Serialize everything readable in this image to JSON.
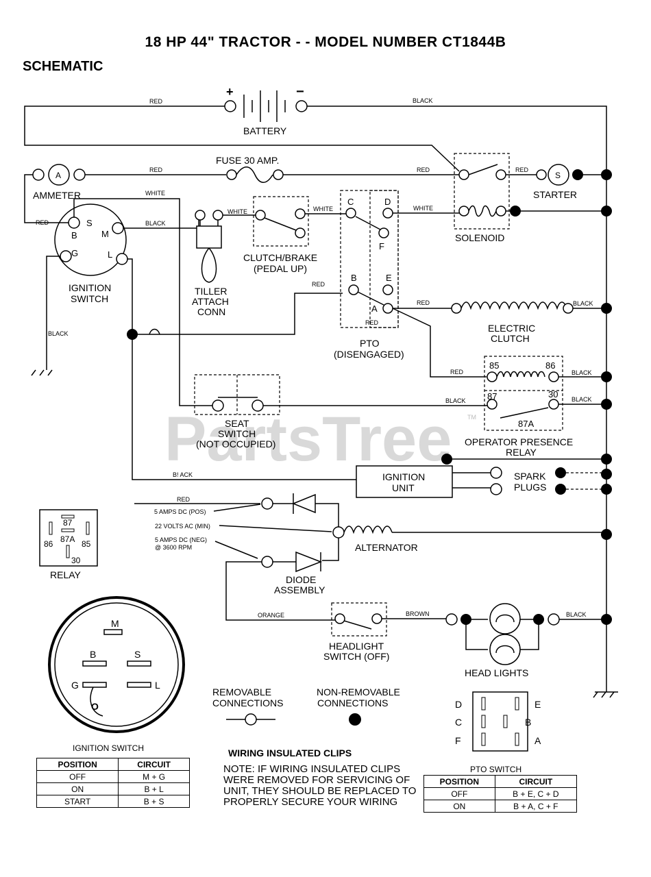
{
  "title": "18 HP 44\" TRACTOR - - MODEL NUMBER CT1844B",
  "subtitle": "SCHEMATIC",
  "watermark": "PartsTree",
  "watermark_tm": "TM",
  "components": {
    "battery": "BATTERY",
    "plus": "+",
    "minus": "−",
    "fuse": "FUSE 30 AMP.",
    "ammeter": "AMMETER",
    "ammeter_symbol": "A",
    "starter": "STARTER",
    "starter_symbol": "S",
    "solenoid": "SOLENOID",
    "ignition_switch": [
      "IGNITION",
      "SWITCH"
    ],
    "tiller": [
      "TILLER",
      "ATTACH",
      "CONN"
    ],
    "clutch_brake": [
      "CLUTCH/BRAKE",
      "(PEDAL UP)"
    ],
    "pto": [
      "PTO",
      "(DISENGAGED)"
    ],
    "electric_clutch": [
      "ELECTRIC",
      "CLUTCH"
    ],
    "seat_switch": [
      "SEAT",
      "SWITCH",
      "(NOT OCCUPIED)"
    ],
    "operator_relay": [
      "OPERATOR PRESENCE",
      "RELAY"
    ],
    "ignition_unit": [
      "IGNITION",
      "UNIT"
    ],
    "spark_plugs": [
      "SPARK",
      "PLUGS"
    ],
    "alternator": "ALTERNATOR",
    "diode_assembly": [
      "DIODE",
      "ASSEMBLY"
    ],
    "headlight_switch": [
      "HEADLIGHT",
      "SWITCH (OFF)"
    ],
    "head_lights": "HEAD LIGHTS",
    "relay": "RELAY"
  },
  "terminals": {
    "ign": [
      "S",
      "B",
      "M",
      "G",
      "L"
    ],
    "pto": [
      "C",
      "D",
      "F",
      "B",
      "E",
      "A"
    ],
    "relay": [
      "85",
      "86",
      "87",
      "30",
      "87A"
    ],
    "relay_pins": [
      "87",
      "87A",
      "86",
      "85",
      "30"
    ],
    "key": [
      "M",
      "B",
      "S",
      "G",
      "L",
      "O"
    ],
    "pto_sw": [
      "D",
      "E",
      "C",
      "B",
      "F",
      "A"
    ]
  },
  "wires": {
    "red": "RED",
    "black": "BLACK",
    "white": "WHITE",
    "orange": "ORANGE",
    "brown": "BROWN",
    "black_alt": "B! ACK"
  },
  "alternator_notes": [
    "5 AMPS DC (POS)",
    "22 VOLTS AC (MIN)",
    "5 AMPS DC (NEG)",
    "@ 3600 RPM"
  ],
  "legend": {
    "removable": [
      "REMOVABLE",
      "CONNECTIONS"
    ],
    "non_removable": [
      "NON-REMOVABLE",
      "CONNECTIONS"
    ]
  },
  "ignition_table": {
    "caption": "IGNITION SWITCH",
    "headers": [
      "POSITION",
      "CIRCUIT"
    ],
    "rows": [
      [
        "OFF",
        "M + G"
      ],
      [
        "ON",
        "B + L"
      ],
      [
        "START",
        "B + S"
      ]
    ]
  },
  "pto_table": {
    "caption": "PTO SWITCH",
    "headers": [
      "POSITION",
      "CIRCUIT"
    ],
    "rows": [
      [
        "OFF",
        "B + E, C + D"
      ],
      [
        "ON",
        "B + A, C + F"
      ]
    ]
  },
  "clips": {
    "title": "WIRING INSULATED CLIPS",
    "note": "NOTE: IF WIRING INSULATED CLIPS WERE REMOVED FOR SERVICING OF UNIT, THEY SHOULD BE REPLACED TO PROPERLY SECURE YOUR WIRING"
  }
}
